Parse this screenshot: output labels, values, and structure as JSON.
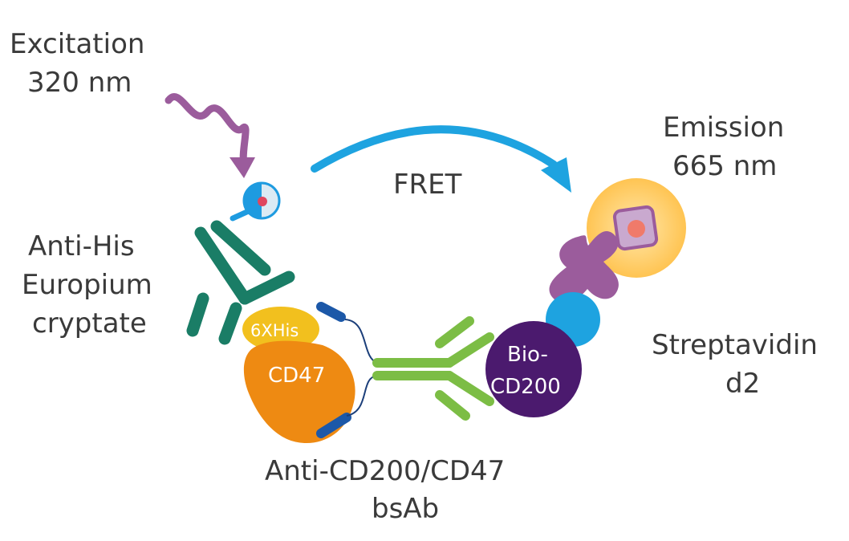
{
  "labels": {
    "excitation_line1": "Excitation",
    "excitation_line2": "320 nm",
    "fret": "FRET",
    "emission_line1": "Emission",
    "emission_line2": "665 nm",
    "anti_his_line1": "Anti-His",
    "anti_his_line2": "Europium",
    "anti_his_line3": "cryptate",
    "his_tag": "6XHis",
    "cd47": "CD47",
    "bio_cd200_line1": "Bio-",
    "bio_cd200_line2": "CD200",
    "streptavidin_line1": "Streptavidin",
    "streptavidin_line2": "d2",
    "bsab_line1": "Anti-CD200/CD47",
    "bsab_line2": "bsAb"
  },
  "colors": {
    "excitation_wave": "#9b5c9c",
    "fret_arrow": "#1ea3e0",
    "anti_his_antibody": "#1a7d66",
    "europium_donor": "#1e9be0",
    "his_tag": "#f2c01e",
    "cd47": "#ee8a12",
    "bsab_light_chain": "#1c58a8",
    "bsab_heavy_chain": "#7cbd45",
    "bio_cd200": "#4b1a6e",
    "streptavidin": "#1ea3e0",
    "d2_acceptor": "#9b5c9c",
    "emission_glow": "#ffc452",
    "text": "#3a3a3a"
  }
}
